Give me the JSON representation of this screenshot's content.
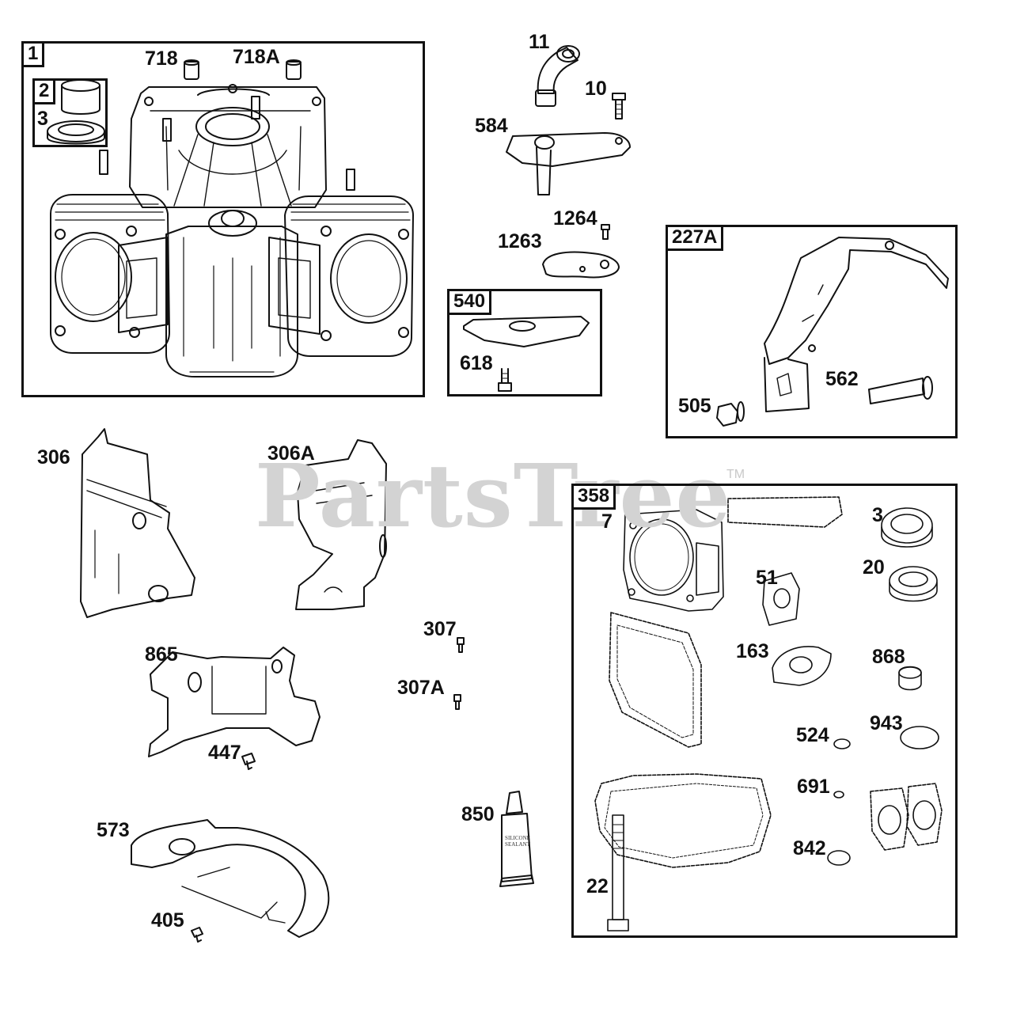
{
  "watermark": {
    "text": "PartsTree",
    "tm": "TM",
    "color": "#d3d3d3"
  },
  "boxes": {
    "b1": "1",
    "b2": "2",
    "b540": "540",
    "b227a": "227A",
    "b358": "358"
  },
  "labels": {
    "p3a": "3",
    "p718": "718",
    "p718a": "718A",
    "p11": "11",
    "p10": "10",
    "p584": "584",
    "p1264": "1264",
    "p1263": "1263",
    "p618": "618",
    "p562": "562",
    "p505": "505",
    "p306": "306",
    "p306a": "306A",
    "p307": "307",
    "p307a": "307A",
    "p865": "865",
    "p447": "447",
    "p573": "573",
    "p405": "405",
    "p850": "850",
    "p7": "7",
    "p3b": "3",
    "p20": "20",
    "p51": "51",
    "p163": "163",
    "p868": "868",
    "p524": "524",
    "p943": "943",
    "p691": "691",
    "p842": "842",
    "p22": "22"
  },
  "tube_text": "SILICONE SEALANT",
  "icons": {
    "part_drawing": "line-art"
  }
}
